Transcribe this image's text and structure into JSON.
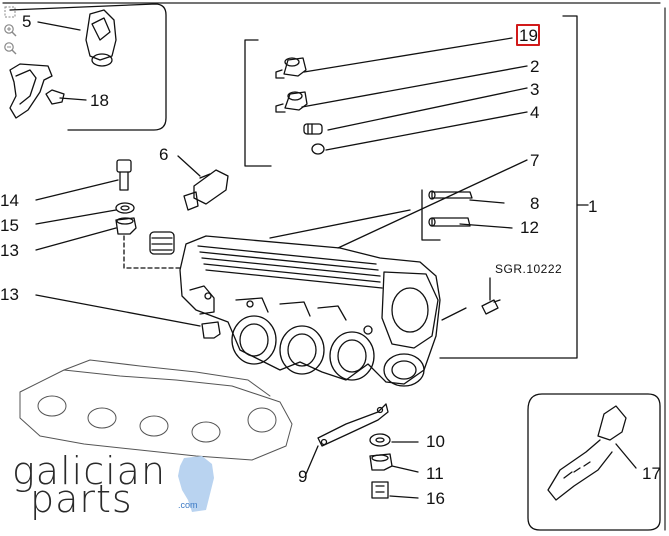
{
  "toolbar": {
    "items": [
      {
        "icon": "select-frame-icon"
      },
      {
        "icon": "zoom-in-icon"
      },
      {
        "icon": "zoom-out-icon"
      }
    ]
  },
  "callouts": {
    "p1": "1",
    "p2": "2",
    "p3": "3",
    "p4": "4",
    "p5": "5",
    "p6": "6",
    "p7": "7",
    "p8": "8",
    "p9": "9",
    "p10": "10",
    "p11": "11",
    "p12": "12",
    "p13a": "13",
    "p13b": "13",
    "p14": "14",
    "p15": "15",
    "p16": "16",
    "p17": "17",
    "p18": "18",
    "p19": "19"
  },
  "reference_code": "SGR.10222",
  "highlight_color": "#d11a1a",
  "logo": {
    "line1": "galician",
    "line2": "parts",
    "domain": ".com",
    "accent_color": "#3b79c4"
  }
}
